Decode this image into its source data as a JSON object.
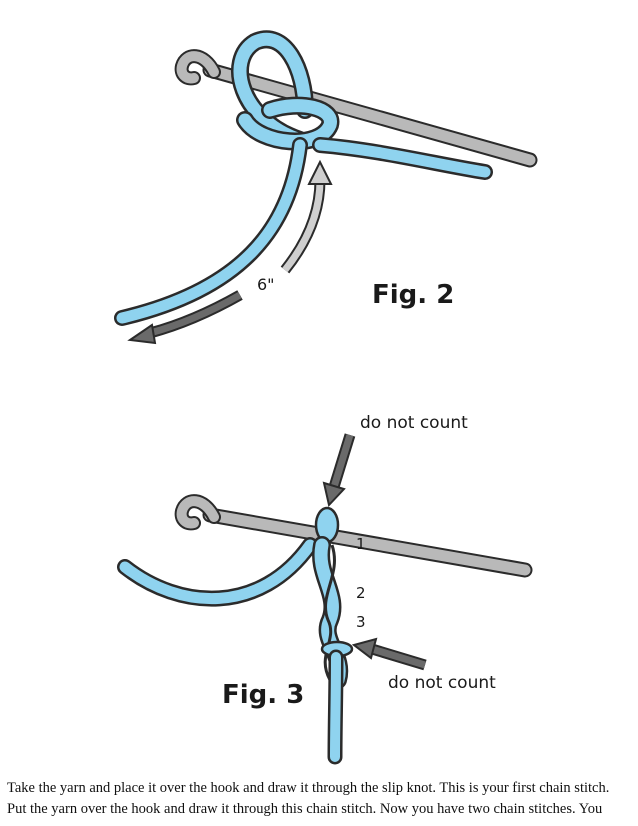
{
  "figures": [
    {
      "label": "Fig. 2",
      "measurement": "6\""
    },
    {
      "label": "Fig. 3",
      "annotation_top": "do not count",
      "annotation_bottom": "do not count",
      "chain_numbers": [
        "1",
        "2",
        "3"
      ]
    }
  ],
  "body": {
    "line1": "Take the yarn and place it over the hook and draw it through the slip knot. This is your first chain stitch.",
    "line2": "Put the yarn over the hook and draw it through this chain stitch. Now you have two chain stitches. You"
  },
  "colors": {
    "yarn": "#8fd3ef",
    "yarn_outline": "#2b2b2b",
    "hook": "#b9b9b9",
    "arrow_light": "#cfcfcf",
    "arrow_dark": "#6a6a6a"
  }
}
